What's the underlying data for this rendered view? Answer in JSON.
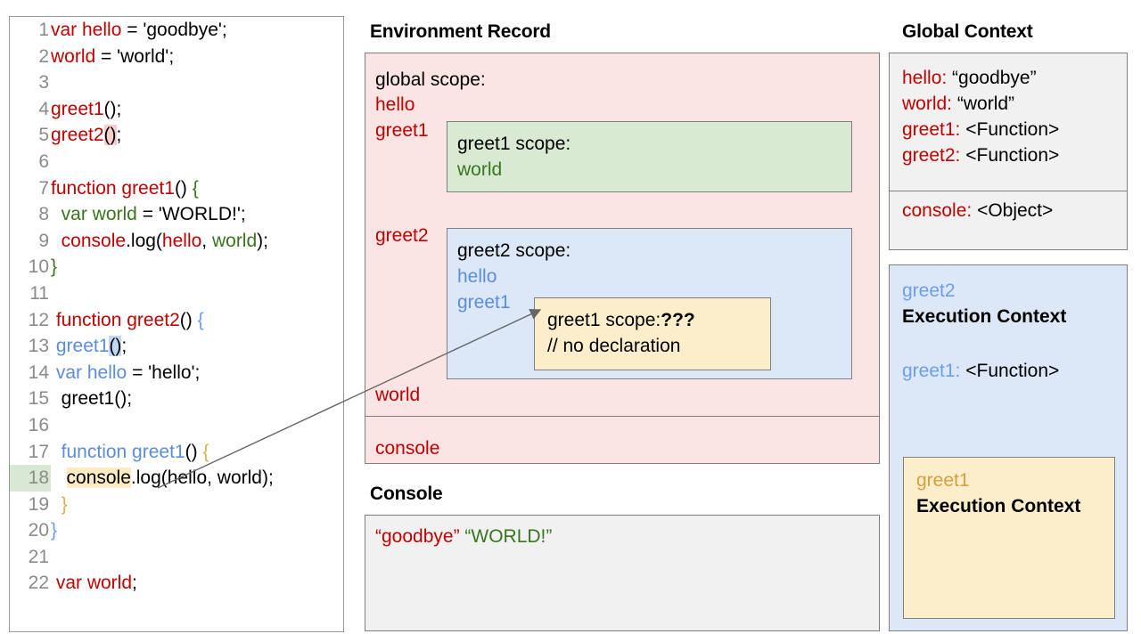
{
  "code_panel": {
    "active_line": 18,
    "lines": [
      {
        "n": "1",
        "segments": [
          {
            "t": "var hello",
            "c": "tok-red"
          },
          {
            "t": " = 'goodbye';",
            "c": "tok-black"
          }
        ]
      },
      {
        "n": "2",
        "segments": [
          {
            "t": "world",
            "c": "tok-red"
          },
          {
            "t": " = 'world';",
            "c": "tok-black"
          }
        ]
      },
      {
        "n": "3",
        "segments": []
      },
      {
        "n": "4",
        "segments": [
          {
            "t": "greet1",
            "c": "tok-red"
          },
          {
            "t": "()",
            "c": "tok-black"
          },
          {
            "t": ";",
            "c": "tok-black"
          }
        ]
      },
      {
        "n": "5",
        "segments": [
          {
            "t": "greet2",
            "c": "tok-red"
          },
          {
            "t": "()",
            "c": "tok-black",
            "hl": "hl-pink"
          },
          {
            "t": ";",
            "c": "tok-black"
          }
        ]
      },
      {
        "n": "6",
        "segments": []
      },
      {
        "n": "7",
        "segments": [
          {
            "t": "function greet1",
            "c": "tok-red"
          },
          {
            "t": "() ",
            "c": "tok-black"
          },
          {
            "t": "{",
            "c": "tok-green"
          }
        ]
      },
      {
        "n": "8",
        "segments": [
          {
            "t": "  ",
            "c": "tok-black"
          },
          {
            "t": "var world",
            "c": "tok-green"
          },
          {
            "t": " = 'WORLD!';",
            "c": "tok-black"
          }
        ]
      },
      {
        "n": "9",
        "segments": [
          {
            "t": "  ",
            "c": "tok-black"
          },
          {
            "t": "console",
            "c": "tok-red"
          },
          {
            "t": ".log(",
            "c": "tok-black"
          },
          {
            "t": "hello",
            "c": "tok-red"
          },
          {
            "t": ", ",
            "c": "tok-black"
          },
          {
            "t": "world",
            "c": "tok-green"
          },
          {
            "t": ");",
            "c": "tok-black"
          }
        ]
      },
      {
        "n": "10",
        "segments": [
          {
            "t": "}",
            "c": "tok-green"
          }
        ]
      },
      {
        "n": "11",
        "segments": []
      },
      {
        "n": "12",
        "segments": [
          {
            "t": " function greet2",
            "c": "tok-red"
          },
          {
            "t": "() ",
            "c": "tok-black"
          },
          {
            "t": "{",
            "c": "tok-blue"
          }
        ]
      },
      {
        "n": "13",
        "segments": [
          {
            "t": " ",
            "c": "tok-black"
          },
          {
            "t": "greet1",
            "c": "tok-blue2"
          },
          {
            "t": "()",
            "c": "tok-black",
            "hl": "hl-blue"
          },
          {
            "t": ";",
            "c": "tok-black"
          }
        ]
      },
      {
        "n": "14",
        "segments": [
          {
            "t": " ",
            "c": "tok-black"
          },
          {
            "t": "var hello",
            "c": "tok-blue2"
          },
          {
            "t": " = 'hello';",
            "c": "tok-black"
          }
        ]
      },
      {
        "n": "15",
        "segments": [
          {
            "t": "  greet1();",
            "c": "tok-black"
          }
        ]
      },
      {
        "n": "16",
        "segments": []
      },
      {
        "n": "17",
        "segments": [
          {
            "t": "  ",
            "c": "tok-black"
          },
          {
            "t": "function greet1",
            "c": "tok-blue2"
          },
          {
            "t": "() ",
            "c": "tok-black"
          },
          {
            "t": "{",
            "c": "tok-gold"
          }
        ]
      },
      {
        "n": "18",
        "segments": [
          {
            "t": "   ",
            "c": "tok-black"
          },
          {
            "t": "console",
            "c": "tok-black",
            "hl": "hl-yellow"
          },
          {
            "t": ".log(hello, world);",
            "c": "tok-black"
          }
        ]
      },
      {
        "n": "19",
        "segments": [
          {
            "t": "  ",
            "c": "tok-black"
          },
          {
            "t": "}",
            "c": "tok-gold"
          }
        ]
      },
      {
        "n": "20",
        "segments": [
          {
            "t": "}",
            "c": "tok-blue"
          }
        ]
      },
      {
        "n": "21",
        "segments": []
      },
      {
        "n": "22",
        "segments": [
          {
            "t": " var world",
            "c": "tok-red"
          },
          {
            "t": ";",
            "c": "tok-black"
          }
        ]
      }
    ]
  },
  "environment_record": {
    "title": "Environment Record",
    "global_scope_label": "global scope:",
    "global_vars": [
      "hello",
      "greet1",
      "greet2",
      "world"
    ],
    "console_var": "console",
    "greet1_scope": {
      "heading": "greet1 scope:",
      "vars": [
        "world"
      ]
    },
    "greet2_scope": {
      "heading": "greet2 scope:",
      "vars": [
        "hello",
        "greet1"
      ]
    },
    "greet1_inner_scope": {
      "heading": "greet1 scope:",
      "unknown": "???",
      "comment": "// no declaration"
    }
  },
  "console_panel": {
    "title": "Console",
    "outputs": [
      {
        "text": "“goodbye”",
        "color": "#c00000"
      },
      {
        "text": "“WORLD!”",
        "color": "#38761d"
      }
    ]
  },
  "global_context": {
    "title": "Global Context",
    "bindings": [
      {
        "key": "hello:",
        "value": "“goodbye”"
      },
      {
        "key": "world:",
        "value": "“world”"
      },
      {
        "key": "greet1:",
        "value": "<Function>"
      },
      {
        "key": "greet2:",
        "value": "<Function>"
      }
    ],
    "object_binding": {
      "key": "console:",
      "value": "<Object>"
    }
  },
  "greet2_execution_context": {
    "name": "greet2",
    "title": "Execution Context",
    "bindings": [
      {
        "key": "greet1:",
        "value": "<Function>"
      }
    ]
  },
  "greet1_execution_context": {
    "name": "greet1",
    "title": "Execution Context"
  },
  "colors": {
    "red": "#c00000",
    "green": "#38761d",
    "blue": "#6d9eeb",
    "gold": "#d4a03c",
    "pink_bg": "#fbe4e4",
    "green_bg": "#d9ead3",
    "blue_bg": "#dce8f8",
    "yellow_bg": "#fdeecb",
    "gray_bg": "#f1f1f1"
  }
}
